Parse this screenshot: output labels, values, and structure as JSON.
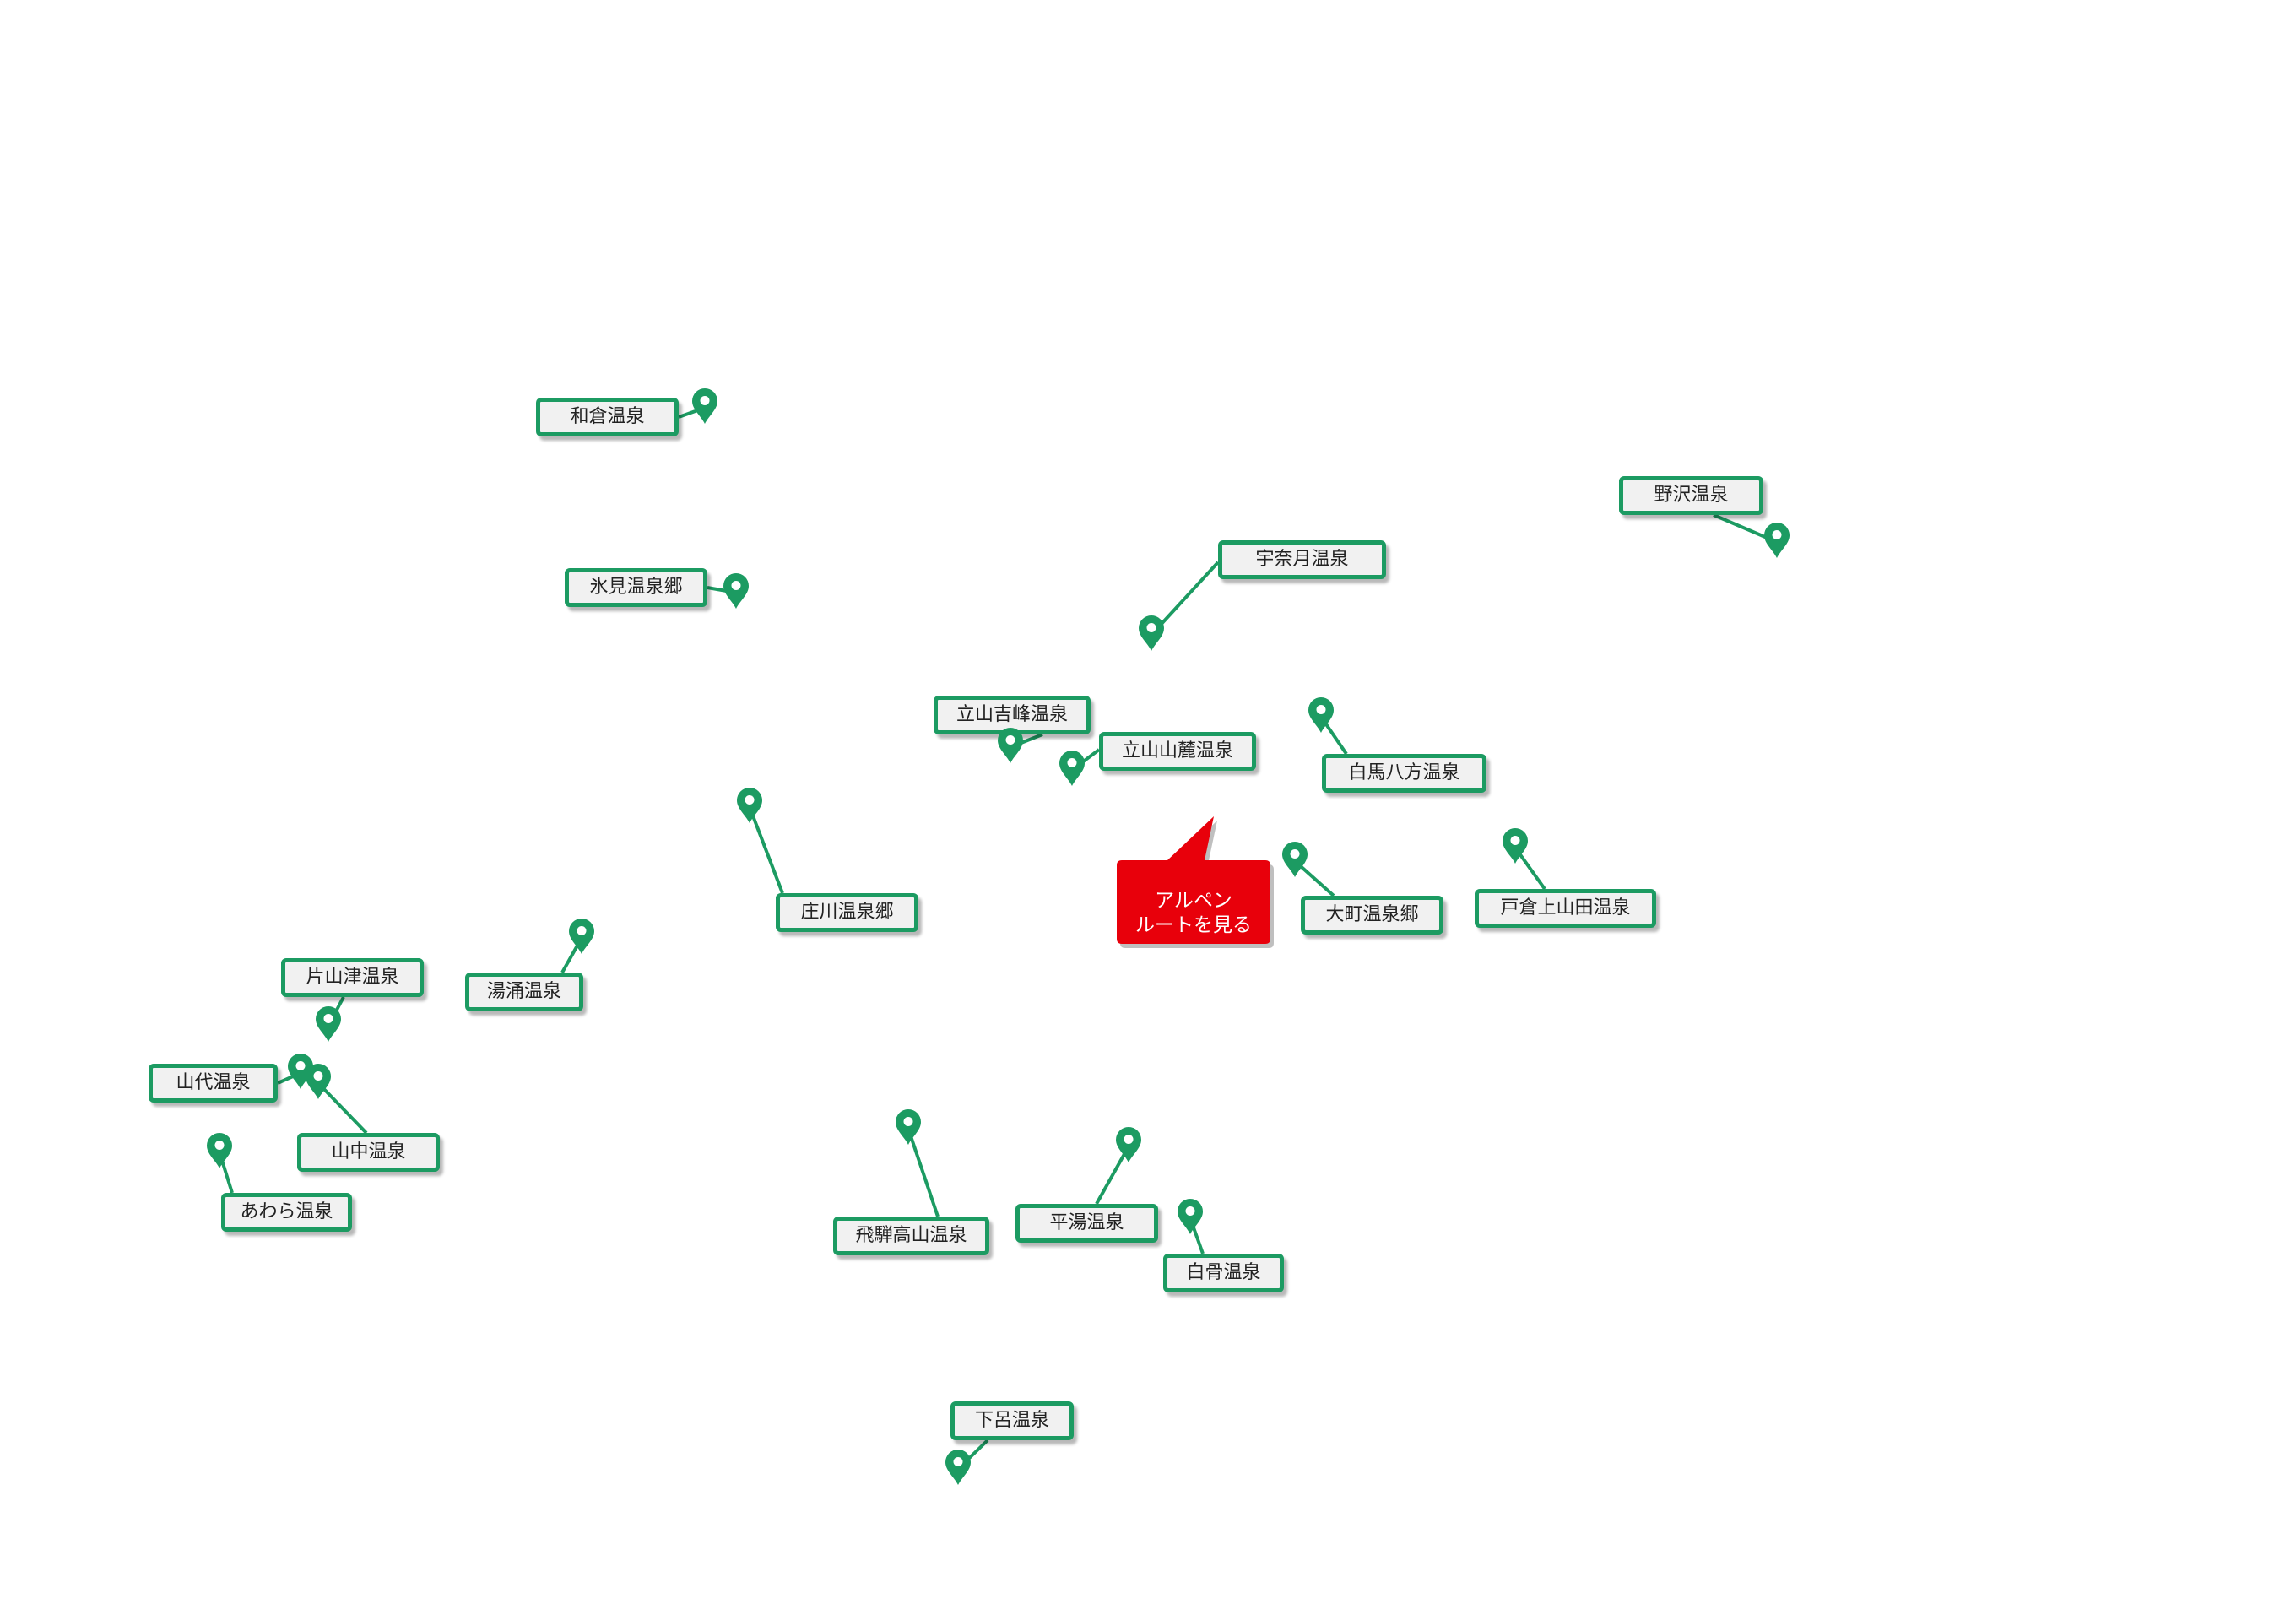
{
  "map": {
    "pin_color": "#1c9b62",
    "label_border_color": "#1c9b62",
    "label_background": "#f1f1f1",
    "callout_color": "#e8000b"
  },
  "onsen": [
    {
      "id": "wakura",
      "name": "和倉温泉"
    },
    {
      "id": "nozawa",
      "name": "野沢温泉"
    },
    {
      "id": "himi",
      "name": "氷見温泉郷"
    },
    {
      "id": "unazuki",
      "name": "宇奈月温泉"
    },
    {
      "id": "tateyama-yoshimine",
      "name": "立山吉峰温泉"
    },
    {
      "id": "tateyama-sanroku",
      "name": "立山山麓温泉"
    },
    {
      "id": "hakuba-happo",
      "name": "白馬八方温泉"
    },
    {
      "id": "shogawa",
      "name": "庄川温泉郷"
    },
    {
      "id": "omachi",
      "name": "大町温泉郷"
    },
    {
      "id": "togura-kamiyamada",
      "name": "戸倉上山田温泉"
    },
    {
      "id": "katayamazu",
      "name": "片山津温泉"
    },
    {
      "id": "yuwaku",
      "name": "湯涌温泉"
    },
    {
      "id": "yamashiro",
      "name": "山代温泉"
    },
    {
      "id": "yamanaka",
      "name": "山中温泉"
    },
    {
      "id": "awara",
      "name": "あわら温泉"
    },
    {
      "id": "hida-takayama",
      "name": "飛騨高山温泉"
    },
    {
      "id": "hirayu",
      "name": "平湯温泉"
    },
    {
      "id": "shirahone",
      "name": "白骨温泉"
    },
    {
      "id": "gero",
      "name": "下呂温泉"
    }
  ],
  "callout": {
    "line1": "アルペン",
    "line2": "ルートを見る"
  }
}
